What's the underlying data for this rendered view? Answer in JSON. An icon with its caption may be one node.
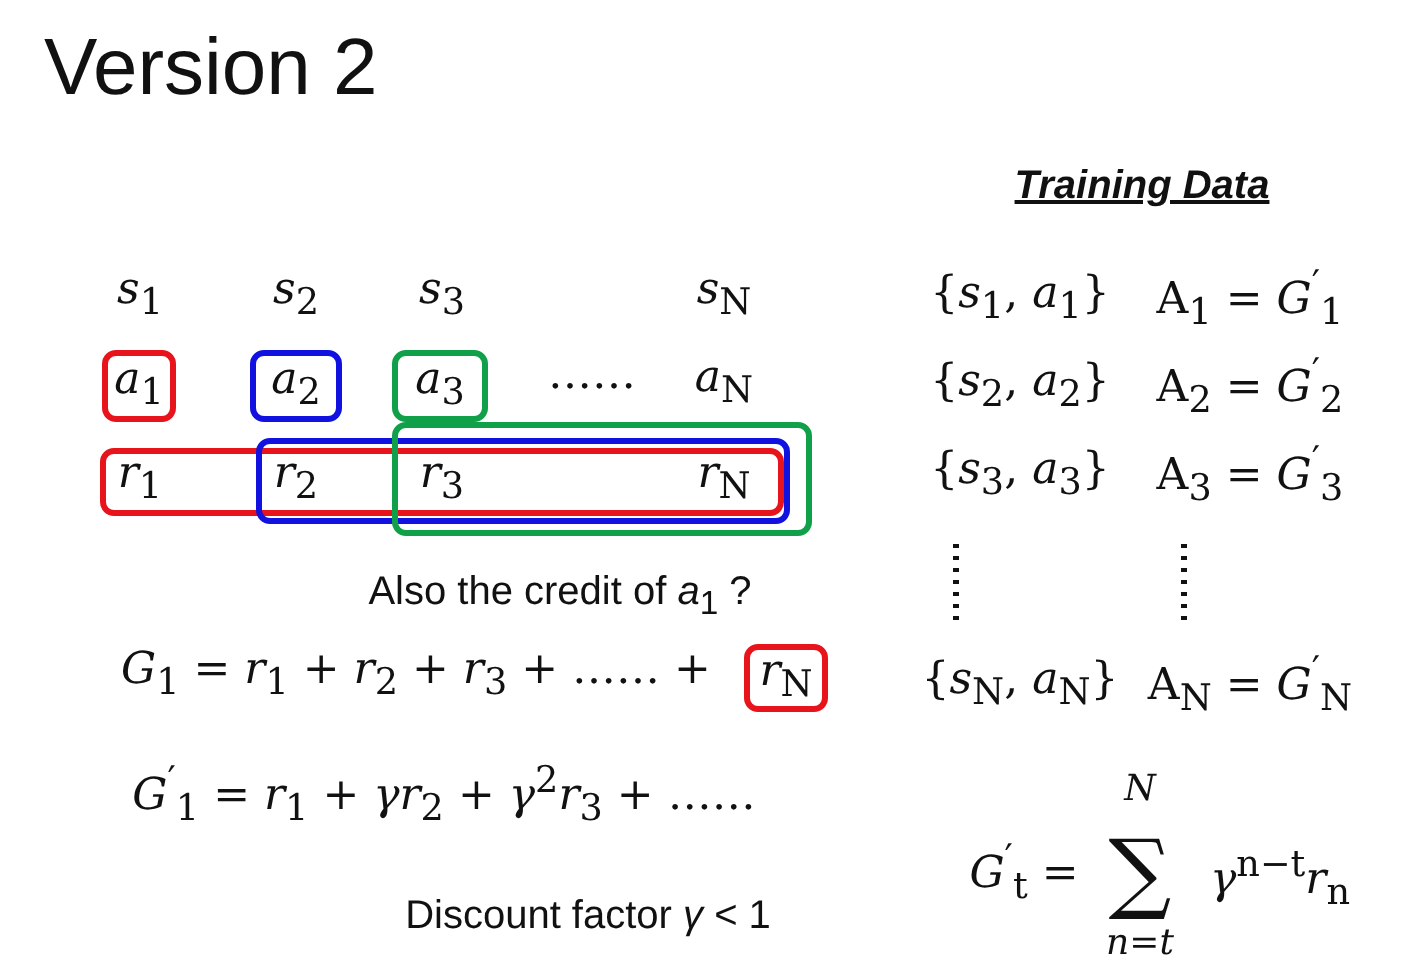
{
  "diagram": {
    "title": "Version 2",
    "nodes": [
      {
        "text": [
          "*a*$_{1}$"
        ]
      },
      {
        "text": [
          "*a*$_{2}$"
        ]
      },
      {
        "text": [
          "*a*$_{3}$"
        ]
      },
      {
        "text": [],
        "shape": "box"
      },
      {
        "text": [],
        "shape": "box"
      },
      {
        "text": [],
        "shape": "box"
      },
      {
        "text": [
          "*r*$_{N}$"
        ]
      }
    ],
    "edges": [],
    "labels": [
      "Training Data",
      "*s*$_{1}$",
      "*s*$_{2}$",
      "*s*$_{3}$",
      "*s*$_{N}$",
      "……",
      "*a*$_{N}$",
      "*r*$_{1}$",
      "*r*$_{2}$",
      "*r*$_{3}$",
      "*r*$_{N}$",
      "{*s*$_{1}$, *a*$_{1}$}",
      "A$_{1}$ = *G*$^{′}$$_{1}$",
      "{*s*$_{2}$, *a*$_{2}$}",
      "A$_{2}$ = *G*$^{′}$$_{2}$",
      "{*s*$_{3}$, *a*$_{3}$}",
      "A$_{3}$ = *G*$^{′}$$_{3}$",
      "{*s*$_{N}$, *a*$_{N}$}",
      "A$_{N}$ = *G*$^{′}$$_{N}$",
      "Also the credit of *a*$_{1}$ ?",
      "*G*$_{1}$ = *r*$_{1}$ + *r*$_{2}$ + *r*$_{3}$ + …… +",
      "*G*$^{′}$$_{1}$ = *r*$_{1}$ + *γr*$_{2}$ + *γ*$^{2}$*r*$_{3}$ + ……",
      "Discount factor *γ* < 1",
      "*G*$^{′}$$_{t}$ =",
      "*N*",
      "∑",
      "*γ*$^{n−t}$*r*$_{n}$",
      "*n*=*t*"
    ]
  }
}
